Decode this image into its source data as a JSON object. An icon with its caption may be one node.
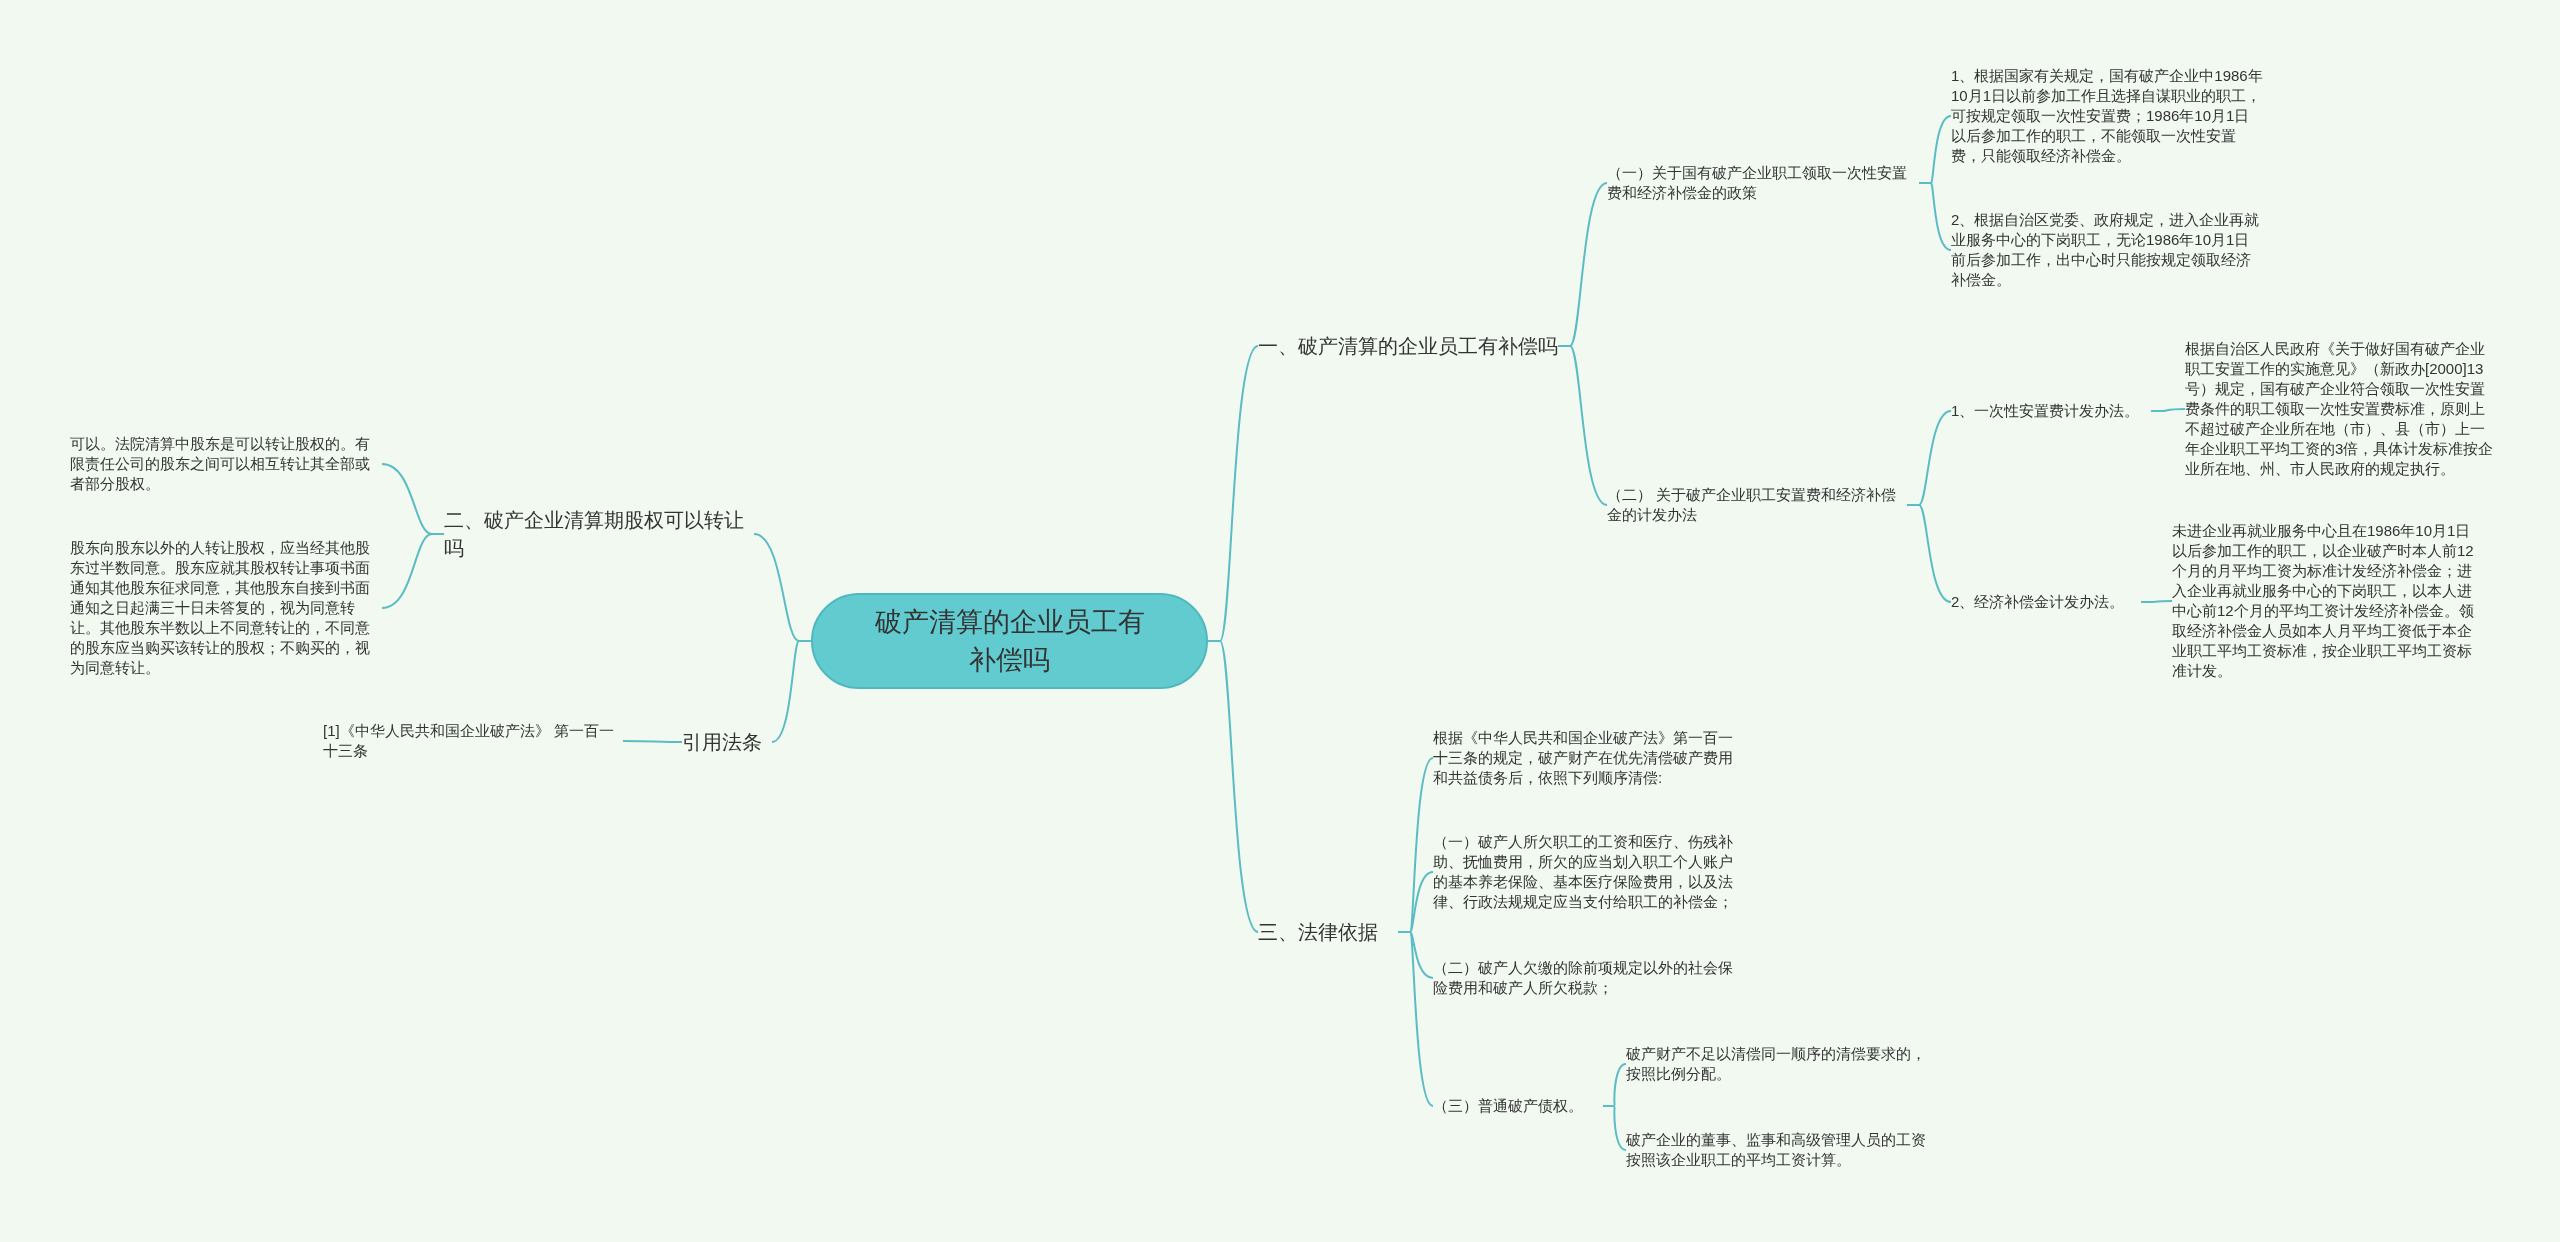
{
  "diagram": {
    "nodes": [
      {
        "text": [
          "破产清算的企业员工有补偿吗"
        ]
      },
      {
        "text": [
          "一、破产清算的企业员工有补偿吗"
        ]
      },
      {
        "text": [
          "（一）关于国有破产企业职工领取一次性安置费和经济补偿金的政策"
        ]
      },
      {
        "text": [
          "1、根据国家有关规定，国有破产企业中1986年10月1日以前参加工作且选择自谋职业的职工，可按规定领取一次性安置费；1986年10月1日以后参加工作的职工，不能领取一次性安置费，只能领取经济补偿金。"
        ]
      },
      {
        "text": [
          "2、根据自治区党委、政府规定，进入企业再就业服务中心的下岗职工，无论1986年10月1日前后参加工作，出中心时只能按规定领取经济补偿金。"
        ]
      },
      {
        "text": [
          "（二） 关于破产企业职工安置费和经济补偿金的计发办法"
        ]
      },
      {
        "text": [
          "1、一次性安置费计发办法。"
        ]
      },
      {
        "text": [
          "根据自治区人民政府《关于做好国有破产企业职工安置工作的实施意见》（新政办[2000]13号）规定，国有破产企业符合领取一次性安置费条件的职工领取一次性安置费标准，原则上不超过破产企业所在地（市）、县（市）上一年企业职工平均工资的3倍，具体计发标准按企业所在地、州、市人民政府的规定执行。"
        ]
      },
      {
        "text": [
          "2、经济补偿金计发办法。"
        ]
      },
      {
        "text": [
          "未进企业再就业服务中心且在1986年10月1日以后参加工作的职工，以企业破产时本人前12个月的月平均工资为标准计发经济补偿金；进入企业再就业服务中心的下岗职工，以本人进中心前12个月的平均工资计发经济补偿金。领取经济补偿金人员如本人月平均工资低于本企业职工平均工资标准，按企业职工平均工资标准计发。"
        ]
      },
      {
        "text": [
          "二、破产企业清算期股权可以转让吗"
        ]
      },
      {
        "text": [
          "可以。法院清算中股东是可以转让股权的。有限责任公司的股东之间可以相互转让其全部或者部分股权。"
        ]
      },
      {
        "text": [
          "股东向股东以外的人转让股权，应当经其他股东过半数同意。股东应就其股权转让事项书面通知其他股东征求同意，其他股东自接到书面通知之日起满三十日未答复的，视为同意转让。其他股东半数以上不同意转让的，不同意的股东应当购买该转让的股权；不购买的，视为同意转让。"
        ]
      },
      {
        "text": [
          "引用法条"
        ]
      },
      {
        "text": [
          "[1]《中华人民共和国企业破产法》 第一百一十三条"
        ]
      },
      {
        "text": [
          "三、法律依据"
        ]
      },
      {
        "text": [
          "根据《中华人民共和国企业破产法》第一百一十三条的规定，破产财产在优先清偿破产费用和共益债务后，依照下列顺序清偿:"
        ]
      },
      {
        "text": [
          "（一）破产人所欠职工的工资和医疗、伤残补助、抚恤费用，所欠的应当划入职工个人账户的基本养老保险、基本医疗保险费用，以及法律、行政法规规定应当支付给职工的补偿金；"
        ]
      },
      {
        "text": [
          "（二）破产人欠缴的除前项规定以外的社会保险费用和破产人所欠税款；"
        ]
      },
      {
        "text": [
          "（三）普通破产债权。"
        ]
      },
      {
        "text": [
          "破产财产不足以清偿同一顺序的清偿要求的，按照比例分配。"
        ]
      },
      {
        "text": [
          "破产企业的董事、监事和高级管理人员的工资按照该企业职工的平均工资计算。"
        ]
      }
    ],
    "edges": [
      {
        "from": 0,
        "to": 1,
        "arrow": "none"
      },
      {
        "from": 1,
        "to": 2,
        "arrow": "none"
      },
      {
        "from": 2,
        "to": 3,
        "arrow": "none"
      },
      {
        "from": 2,
        "to": 4,
        "arrow": "none"
      },
      {
        "from": 1,
        "to": 5,
        "arrow": "none"
      },
      {
        "from": 5,
        "to": 6,
        "arrow": "none"
      },
      {
        "from": 6,
        "to": 7,
        "arrow": "none"
      },
      {
        "from": 5,
        "to": 8,
        "arrow": "none"
      },
      {
        "from": 8,
        "to": 9,
        "arrow": "none"
      },
      {
        "from": 0,
        "to": 10,
        "arrow": "none"
      },
      {
        "from": 10,
        "to": 11,
        "arrow": "none"
      },
      {
        "from": 10,
        "to": 12,
        "arrow": "none"
      },
      {
        "from": 0,
        "to": 13,
        "arrow": "none"
      },
      {
        "from": 13,
        "to": 14,
        "arrow": "none"
      },
      {
        "from": 0,
        "to": 15,
        "arrow": "none"
      },
      {
        "from": 15,
        "to": 16,
        "arrow": "none"
      },
      {
        "from": 15,
        "to": 17,
        "arrow": "none"
      },
      {
        "from": 15,
        "to": 18,
        "arrow": "none"
      },
      {
        "from": 15,
        "to": 19,
        "arrow": "none"
      },
      {
        "from": 19,
        "to": 20,
        "arrow": "none"
      },
      {
        "from": 19,
        "to": 21,
        "arrow": "none"
      }
    ]
  }
}
